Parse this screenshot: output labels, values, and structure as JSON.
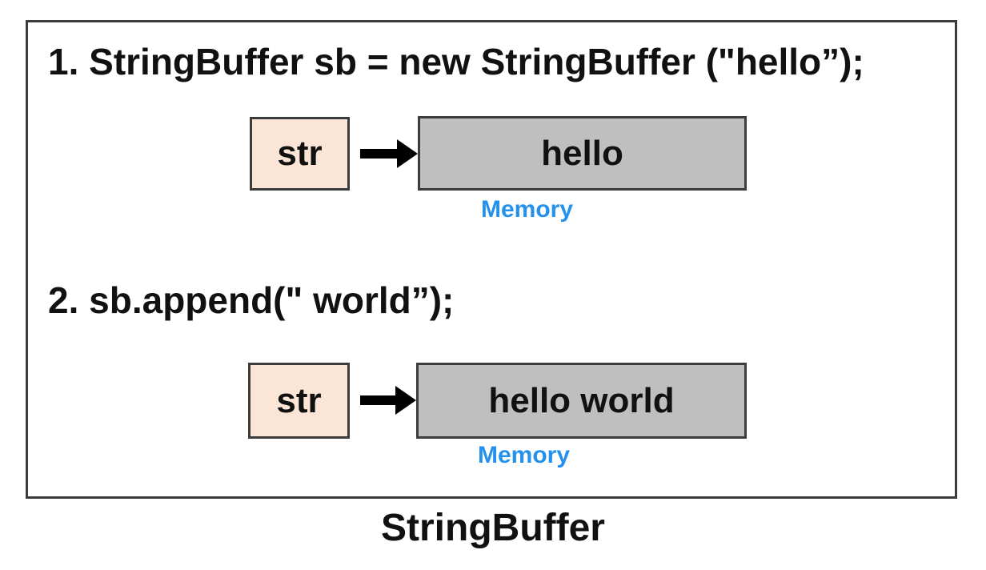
{
  "caption": "StringBuffer",
  "steps": [
    {
      "code": "1. StringBuffer sb = new StringBuffer (\"hello”);",
      "var_label": "str",
      "value": "hello",
      "memory_label": "Memory"
    },
    {
      "code": "2. sb.append(\" world”);",
      "var_label": "str",
      "value": "hello world",
      "memory_label": "Memory"
    }
  ],
  "icons": {
    "arrow_right": "→"
  },
  "colors": {
    "variable_box_fill": "#fbe5d6",
    "memory_box_fill": "#bfbfbf",
    "box_border": "#3c3c3c",
    "arrow": "#000000",
    "memory_label_text": "#2492ec",
    "text": "#111111"
  }
}
